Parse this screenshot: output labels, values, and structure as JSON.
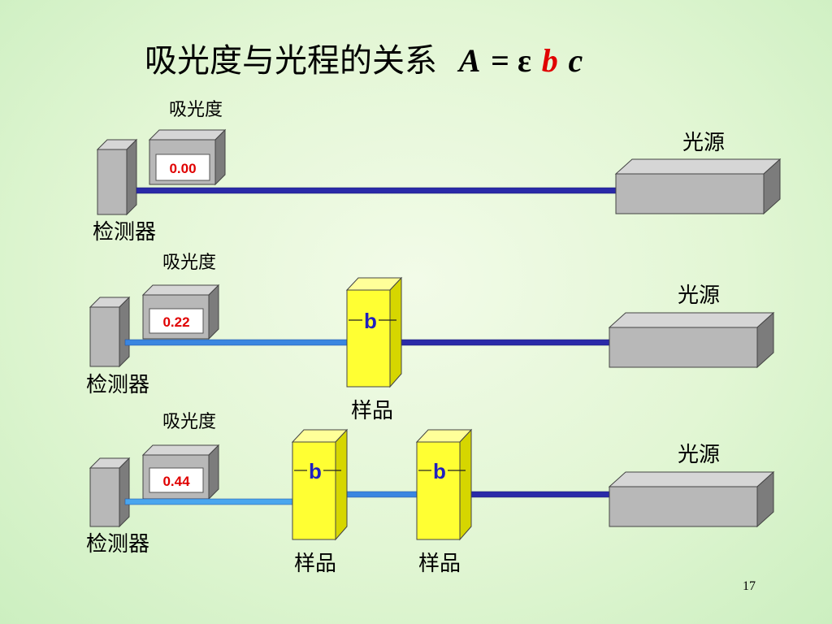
{
  "slide": {
    "title_text": "吸光度与光程的关系",
    "formula": {
      "A": "A",
      "eq": " = ",
      "epsilon": "ε",
      "b": "b",
      "c": "c"
    },
    "page_number": "17"
  },
  "colors": {
    "background": "#e2f6d4",
    "box_gray": "#b8b8b8",
    "sample_yellow": "#ffff33",
    "beam_dark": "#2a2aa8",
    "beam_light": "#3a86e0",
    "readout_red": "#e00000",
    "formula_red": "#e00000"
  },
  "rows": [
    {
      "absorbance_label": "吸光度",
      "reading": "0.00",
      "source_label": "光源",
      "detector_label": "检测器",
      "samples": []
    },
    {
      "absorbance_label": "吸光度",
      "reading": "0.22",
      "source_label": "光源",
      "detector_label": "检测器",
      "samples": [
        {
          "mark": "b",
          "label": "样品"
        }
      ]
    },
    {
      "absorbance_label": "吸光度",
      "reading": "0.44",
      "source_label": "光源",
      "detector_label": "检测器",
      "samples": [
        {
          "mark": "b",
          "label": "样品"
        },
        {
          "mark": "b",
          "label": "样品"
        }
      ]
    }
  ]
}
